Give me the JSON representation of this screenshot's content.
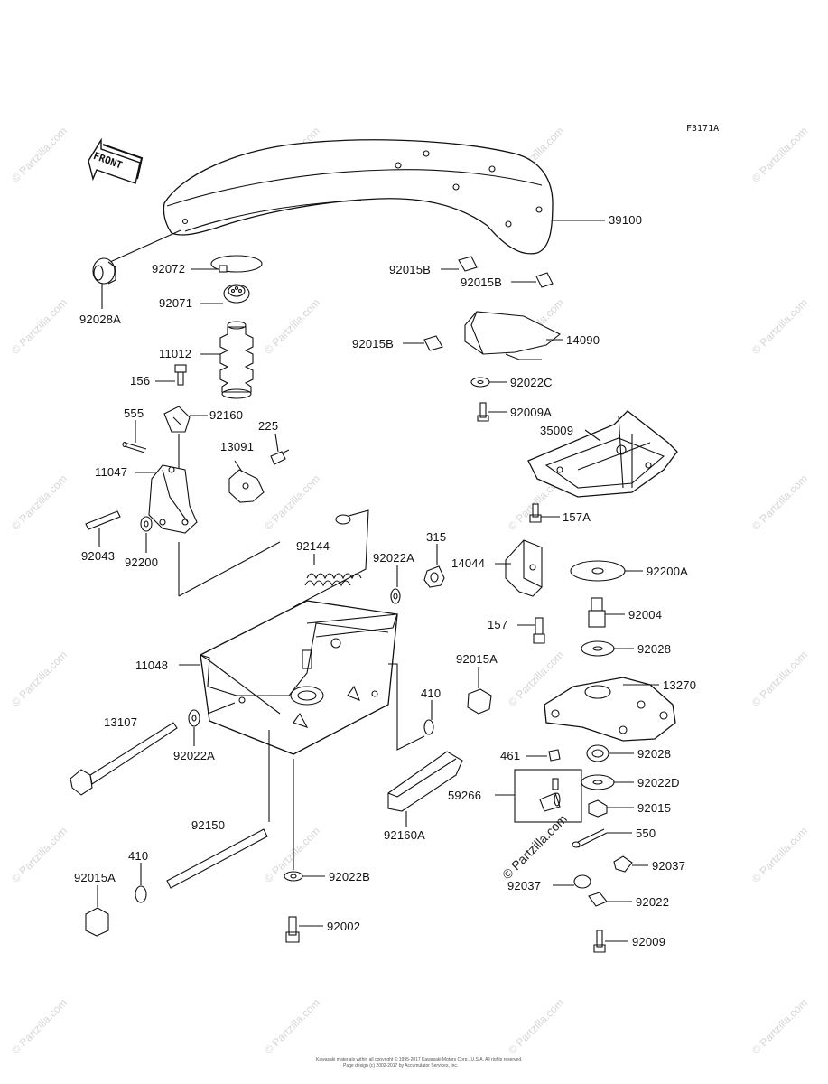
{
  "diagram": {
    "code": "F3171A",
    "front_label": "FRONT",
    "watermark": "© Partzilla.com",
    "watermark_center": "© Partzilla.com",
    "footer_line1": "Kawasaki materials within all copyright © 1995-2017 Kawasaki Motors Corp., U.S.A. All rights reserved.",
    "footer_line2": "Page design (c) 2002-2017 by Accumulator Services, Inc.",
    "parts": [
      {
        "id": "p39100",
        "label": "39100"
      },
      {
        "id": "p92072",
        "label": "92072"
      },
      {
        "id": "p92071",
        "label": "92071"
      },
      {
        "id": "p11012",
        "label": "11012"
      },
      {
        "id": "p92028A",
        "label": "92028A"
      },
      {
        "id": "p156",
        "label": "156"
      },
      {
        "id": "p555",
        "label": "555"
      },
      {
        "id": "p92160",
        "label": "92160"
      },
      {
        "id": "p225",
        "label": "225"
      },
      {
        "id": "p13091",
        "label": "13091"
      },
      {
        "id": "p11047",
        "label": "11047"
      },
      {
        "id": "p92043",
        "label": "92043"
      },
      {
        "id": "p92200",
        "label": "92200"
      },
      {
        "id": "p92144",
        "label": "92144"
      },
      {
        "id": "p92022A_1",
        "label": "92022A"
      },
      {
        "id": "p315",
        "label": "315"
      },
      {
        "id": "p14044",
        "label": "14044"
      },
      {
        "id": "p11048",
        "label": "11048"
      },
      {
        "id": "p13107",
        "label": "13107"
      },
      {
        "id": "p92022A_2",
        "label": "92022A"
      },
      {
        "id": "p92015A_1",
        "label": "92015A"
      },
      {
        "id": "p410_1",
        "label": "410"
      },
      {
        "id": "p157",
        "label": "157"
      },
      {
        "id": "p92150",
        "label": "92150"
      },
      {
        "id": "p410_2",
        "label": "410"
      },
      {
        "id": "p92015A_2",
        "label": "92015A"
      },
      {
        "id": "p92022B",
        "label": "92022B"
      },
      {
        "id": "p92002",
        "label": "92002"
      },
      {
        "id": "p92160A",
        "label": "92160A"
      },
      {
        "id": "p92015B_1",
        "label": "92015B"
      },
      {
        "id": "p92015B_2",
        "label": "92015B"
      },
      {
        "id": "p92015B_3",
        "label": "92015B"
      },
      {
        "id": "p14090",
        "label": "14090"
      },
      {
        "id": "p92022C",
        "label": "92022C"
      },
      {
        "id": "p92009A",
        "label": "92009A"
      },
      {
        "id": "p35009",
        "label": "35009"
      },
      {
        "id": "p157A",
        "label": "157A"
      },
      {
        "id": "p92200A",
        "label": "92200A"
      },
      {
        "id": "p92004",
        "label": "92004"
      },
      {
        "id": "p92028_1",
        "label": "92028"
      },
      {
        "id": "p13270",
        "label": "13270"
      },
      {
        "id": "p461",
        "label": "461"
      },
      {
        "id": "p92028_2",
        "label": "92028"
      },
      {
        "id": "p92022D",
        "label": "92022D"
      },
      {
        "id": "p59266",
        "label": "59266"
      },
      {
        "id": "p92015",
        "label": "92015"
      },
      {
        "id": "p550",
        "label": "550"
      },
      {
        "id": "p92037_1",
        "label": "92037"
      },
      {
        "id": "p92037_2",
        "label": "92037"
      },
      {
        "id": "p92022",
        "label": "92022"
      },
      {
        "id": "p92009",
        "label": "92009"
      }
    ]
  }
}
